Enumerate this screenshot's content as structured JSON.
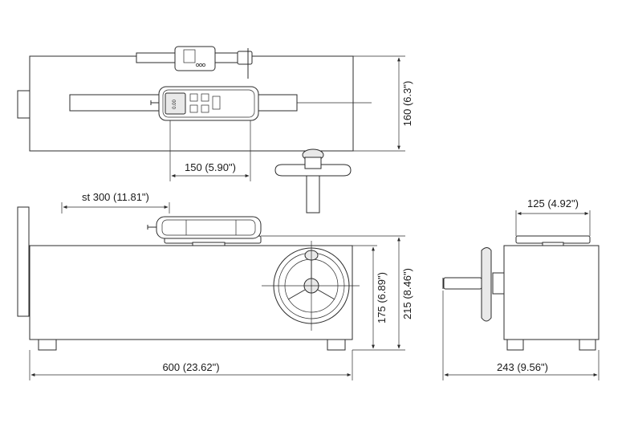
{
  "dimensions": {
    "stroke": "st 300 (11.81\")",
    "plate_width": "150 (5.90\")",
    "depth_top": "160 (6.3\")",
    "table_height": "175 (6.89\")",
    "total_height": "215 (8.46\")",
    "length": "600 (23.62\")",
    "side_plate": "125 (4.92\")",
    "side_depth": "243 (9.56\")"
  },
  "gauge": {
    "display_value": "0.00"
  },
  "colors": {
    "line": "#2b2b2b",
    "fill_light": "#e9e9e9",
    "background": "#ffffff"
  }
}
